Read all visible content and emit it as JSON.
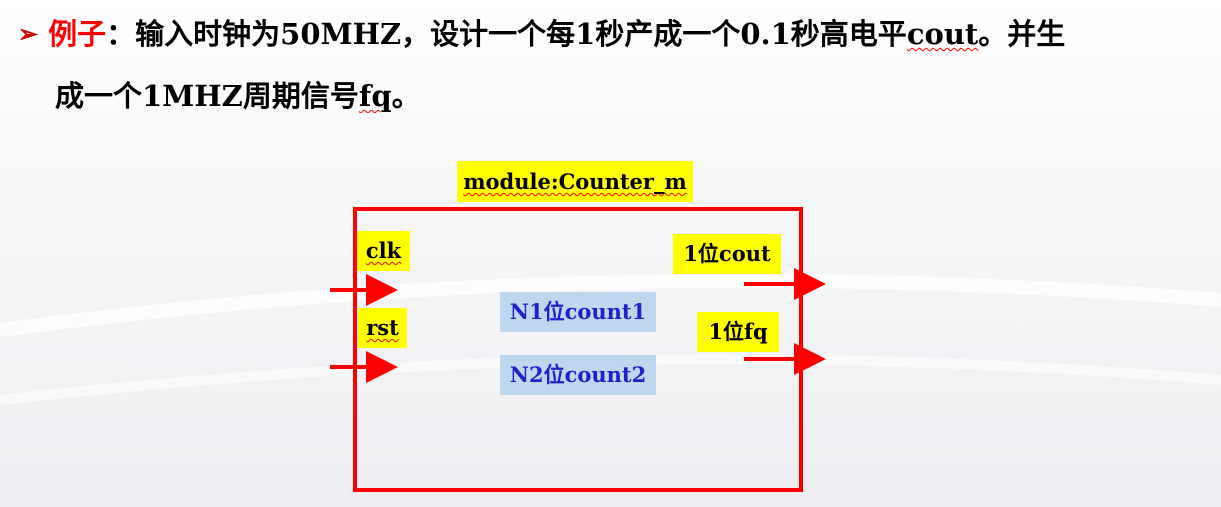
{
  "heading": {
    "bullet_glyph": "➢",
    "example_label": "例子",
    "colon": "：",
    "line1_text_a": "输入时钟为50MHZ，设计一个每1秒产成一个0.1秒高电平",
    "line1_cout": "cout",
    "line1_text_b": "。并生",
    "line2_text_a": "成一个1MHZ周期信号",
    "line2_fq": "fq",
    "line2_text_b": "。"
  },
  "diagram": {
    "module_label": "module:Counter_m",
    "inputs": {
      "clk": "clk",
      "rst": "rst"
    },
    "outputs": {
      "cout": "1位cout",
      "fq": "1位fq"
    },
    "registers": {
      "count1": "N1位count1",
      "count2": "N2位count2"
    },
    "colors": {
      "box_border": "#ff0000",
      "label_bg": "#ffff00",
      "register_bg": "#bdd7ee",
      "register_text": "#1f1fcc",
      "arrow": "#ff0000",
      "heading_accent": "#ff0000"
    }
  }
}
